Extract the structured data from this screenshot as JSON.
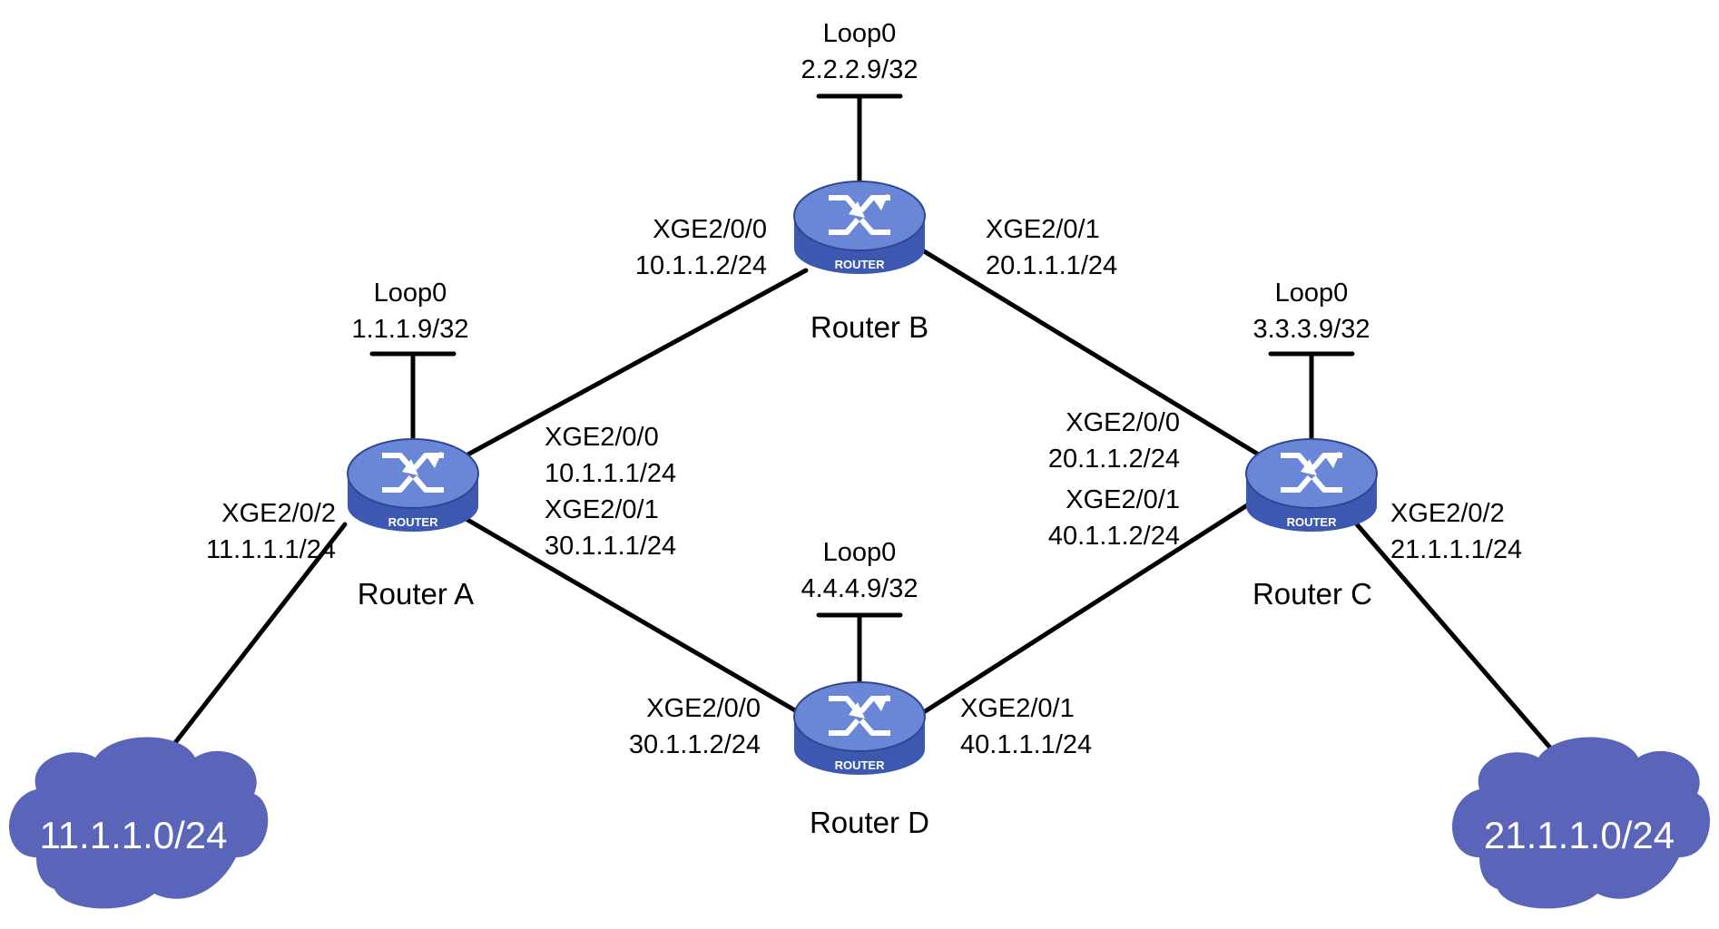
{
  "colors": {
    "router_body": "#3d58b0",
    "router_top": "#6a86d6",
    "cloud_fill": "#5a64b8",
    "link": "#000000"
  },
  "routers": {
    "a": {
      "name": "Router A",
      "tag": "ROUTER",
      "loopback": {
        "name": "Loop0",
        "ip": "1.1.1.9/32"
      }
    },
    "b": {
      "name": "Router B",
      "tag": "ROUTER",
      "loopback": {
        "name": "Loop0",
        "ip": "2.2.2.9/32"
      }
    },
    "c": {
      "name": "Router C",
      "tag": "ROUTER",
      "loopback": {
        "name": "Loop0",
        "ip": "3.3.3.9/32"
      }
    },
    "d": {
      "name": "Router D",
      "tag": "ROUTER",
      "loopback": {
        "name": "Loop0",
        "ip": "4.4.4.9/32"
      }
    }
  },
  "interfaces": {
    "b_to_a": {
      "name": "XGE2/0/0",
      "ip": "10.1.1.2/24"
    },
    "b_to_c": {
      "name": "XGE2/0/1",
      "ip": "20.1.1.1/24"
    },
    "a_to_b": {
      "name": "XGE2/0/0",
      "ip": "10.1.1.1/24"
    },
    "a_to_d": {
      "name": "XGE2/0/1",
      "ip": "30.1.1.1/24"
    },
    "a_to_net": {
      "name": "XGE2/0/2",
      "ip": "11.1.1.1/24"
    },
    "c_to_b": {
      "name": "XGE2/0/0",
      "ip": "20.1.1.2/24"
    },
    "c_to_d": {
      "name": "XGE2/0/1",
      "ip": "40.1.1.2/24"
    },
    "c_to_net": {
      "name": "XGE2/0/2",
      "ip": "21.1.1.1/24"
    },
    "d_to_a": {
      "name": "XGE2/0/0",
      "ip": "30.1.1.2/24"
    },
    "d_to_c": {
      "name": "XGE2/0/1",
      "ip": "40.1.1.1/24"
    }
  },
  "networks": {
    "left": "11.1.1.0/24",
    "right": "21.1.1.0/24"
  }
}
